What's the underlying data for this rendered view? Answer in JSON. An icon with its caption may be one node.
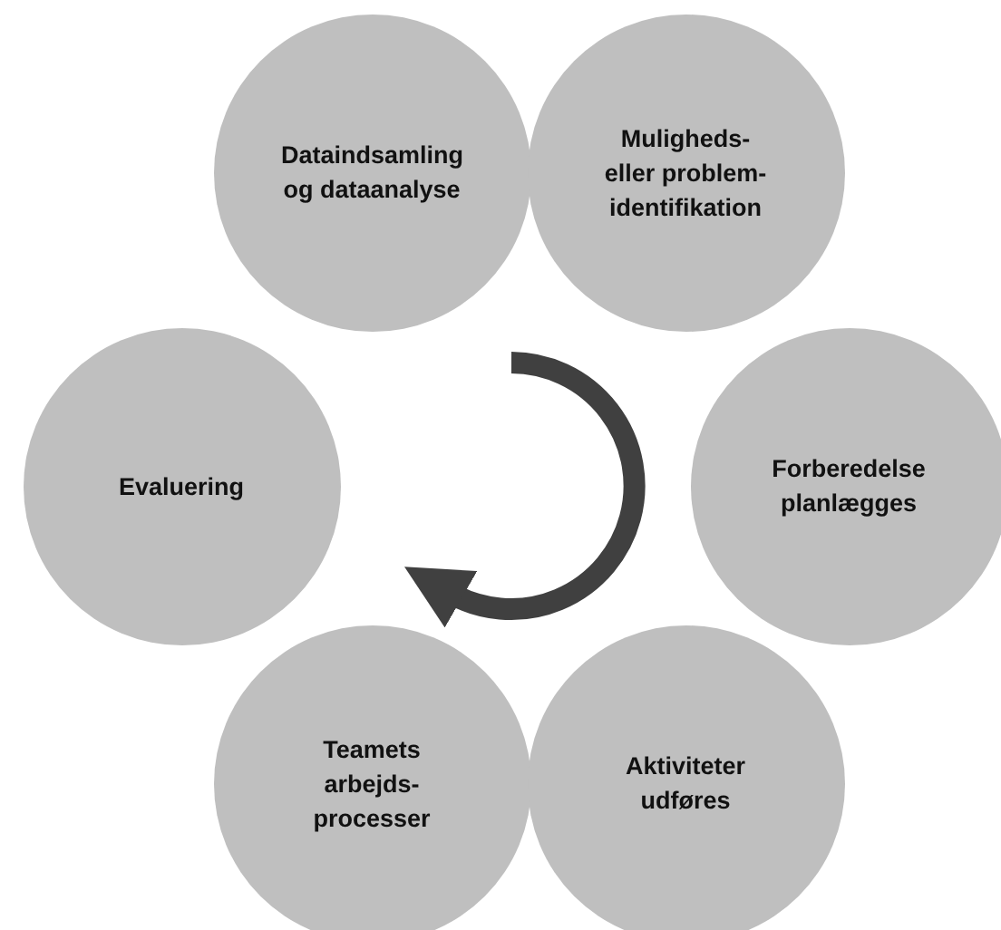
{
  "diagram": {
    "nodes": [
      {
        "text": [
          "Dataindsamling og dataanalyse"
        ]
      },
      {
        "text": [
          "Muligheds- eller problem- identifikation"
        ]
      },
      {
        "text": [
          "Evaluering"
        ]
      },
      {
        "text": [
          "Forberedelse planlægges"
        ]
      },
      {
        "text": [
          "Teamets arbejds- processer"
        ]
      },
      {
        "text": [
          "Aktiviteter udføres"
        ]
      }
    ],
    "edges": []
  }
}
